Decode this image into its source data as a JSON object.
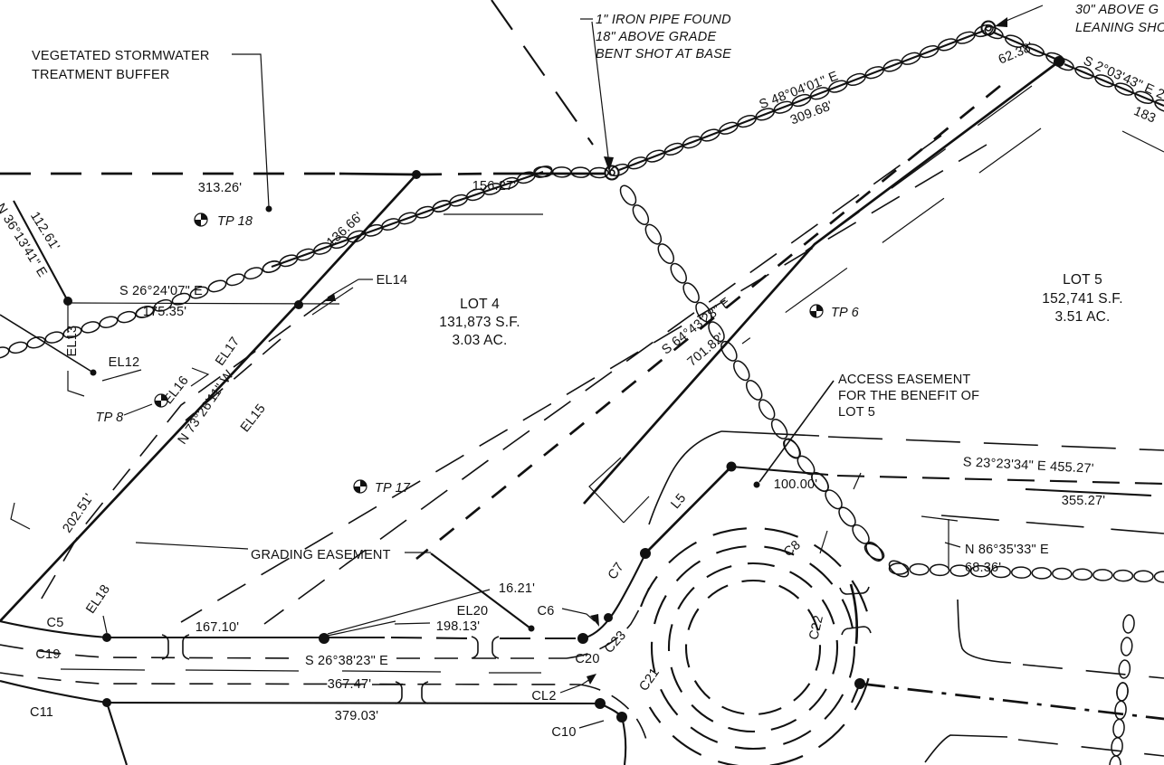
{
  "notes": {
    "veg_buffer_1": "VEGETATED STORMWATER",
    "veg_buffer_2": "TREATMENT BUFFER",
    "iron_pipe_1": "1\" IRON PIPE FOUND",
    "iron_pipe_2": "18\" ABOVE GRADE",
    "iron_pipe_3": "BENT SHOT AT BASE",
    "tree_1": "30\" ABOVE G",
    "tree_2": "LEANING SHO",
    "access_1": "ACCESS EASEMENT",
    "access_2": "FOR THE BENEFIT OF",
    "access_3": "LOT 5",
    "grading": "GRADING EASEMENT"
  },
  "lots": {
    "lot4_name": "LOT 4",
    "lot4_area_sf": "131,873 S.F.",
    "lot4_area_ac": "3.03 AC.",
    "lot5_name": "LOT 5",
    "lot5_area_sf": "152,741 S.F.",
    "lot5_area_ac": "3.51 AC."
  },
  "bearings": {
    "n36": "N 36°13'41\" E",
    "s2624": "S 26°24'07\" E",
    "s4804": "S 48°04'01\" E",
    "s203": "S 2°03'43\" E 2",
    "n7326": "N 73°26'11\" W",
    "s6443": "S 64°43'28\" E",
    "s2323": "S 23°23'34\" E 455.27'",
    "n8635": "N 86°35'33\" E",
    "s2638": "S 26°38'23\" E"
  },
  "distances": {
    "d313": "313.26'",
    "d156": "156.27'",
    "d136": "136.66'",
    "d309": "309.68'",
    "d62": "62.38'",
    "d183": "183",
    "d112": "112.61'",
    "d175": "175.35'",
    "d202": "202.51'",
    "d701": "701.82'",
    "d355": "355.27'",
    "d100": "100.00'",
    "d68": "68.36'",
    "d16": "16.21'",
    "d198": "198.13'",
    "d167": "167.10'",
    "d367": "367.47'",
    "d379": "379.03'"
  },
  "easement_lines": {
    "el12": "EL12",
    "el13": "EL13",
    "el14": "EL14",
    "el15": "EL15",
    "el16": "EL16",
    "el17": "EL17",
    "el18": "EL18",
    "el20": "EL20"
  },
  "curves": {
    "c5": "C5",
    "c6": "C6",
    "c7": "C7",
    "c8": "C8",
    "c10": "C10",
    "c11": "C11",
    "c19": "C19",
    "c20": "C20",
    "c21": "C21",
    "c22": "C22",
    "c23": "C23",
    "cl2": "CL2",
    "l5": "L5"
  },
  "test_pits": {
    "tp18": "TP 18",
    "tp8": "TP 8",
    "tp17": "TP 17",
    "tp6": "TP 6"
  },
  "colors": {
    "ink": "#111111",
    "paper": "#ffffff"
  }
}
